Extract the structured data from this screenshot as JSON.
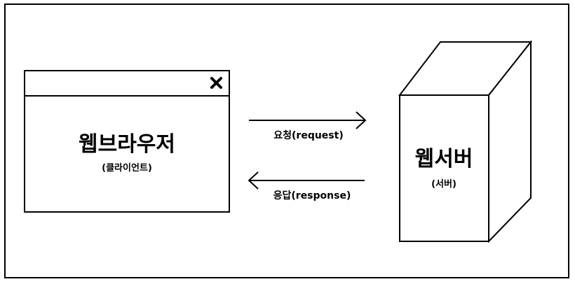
{
  "client": {
    "title": "웹브라우저",
    "subtitle": "(클라이언트)",
    "close_glyph": "✖"
  },
  "server": {
    "title": "웹서버",
    "subtitle": "(서버)"
  },
  "request": {
    "label": "요청(request)"
  },
  "response": {
    "label": "응답(response)"
  },
  "colors": {
    "stroke": "#000000",
    "background": "#ffffff"
  }
}
